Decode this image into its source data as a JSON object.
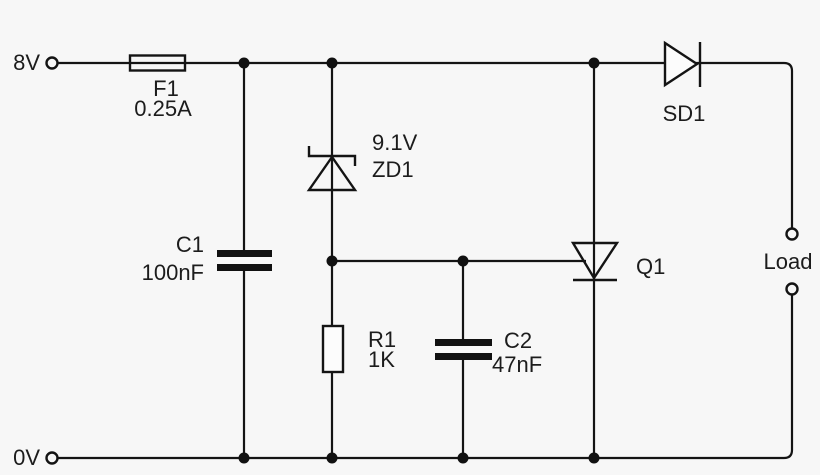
{
  "diagram": {
    "type": "circuit-schematic",
    "description": "Crowbar overvoltage protection circuit",
    "colors": {
      "background": "#f7f7f7",
      "line": "#141414",
      "text": "#1c1c1c"
    },
    "rails": {
      "positive": "8V",
      "negative": "0V"
    },
    "load_label": "Load",
    "components": {
      "fuse": {
        "ref": "F1",
        "value": "0.25A"
      },
      "cap1": {
        "ref": "C1",
        "value": "100nF"
      },
      "zener": {
        "ref": "ZD1",
        "value": "9.1V"
      },
      "resistor": {
        "ref": "R1",
        "value": "1K"
      },
      "cap2": {
        "ref": "C2",
        "value": "47nF"
      },
      "thyristor": {
        "ref": "Q1"
      },
      "diode": {
        "ref": "SD1"
      }
    }
  }
}
